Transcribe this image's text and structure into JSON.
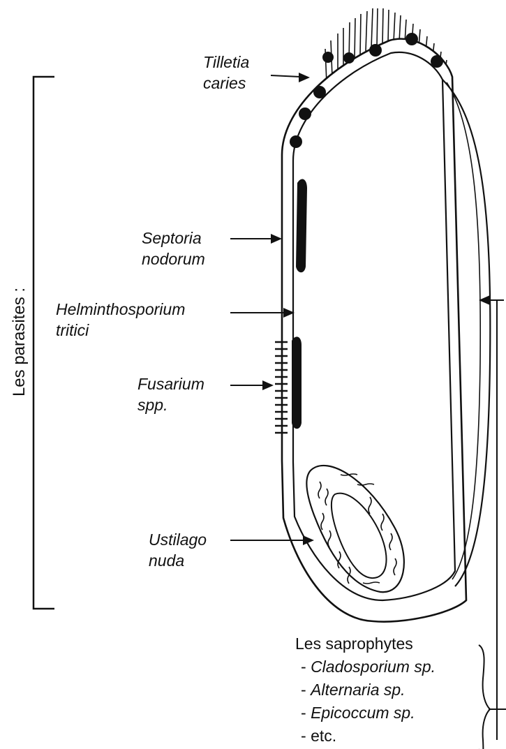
{
  "parasites": {
    "title": "Les parasites :",
    "labels": [
      {
        "id": "tilletia",
        "line1": "Tilletia",
        "line2": "caries"
      },
      {
        "id": "septoria",
        "line1": "Septoria",
        "line2": "nodorum"
      },
      {
        "id": "helminthosporium",
        "line1": "Helminthosporium",
        "line2": "tritici"
      },
      {
        "id": "fusarium",
        "line1": "Fusarium",
        "line2": "spp."
      },
      {
        "id": "ustilago",
        "line1": "Ustilago",
        "line2": "nuda"
      }
    ]
  },
  "saprophytes": {
    "title": "Les saprophytes",
    "items": [
      {
        "dash": "- ",
        "name": "Cladosporium sp."
      },
      {
        "dash": "- ",
        "name": "Alternaria sp."
      },
      {
        "dash": "- ",
        "name": "Epicoccum sp."
      },
      {
        "dash": "- ",
        "name": "etc."
      }
    ]
  }
}
